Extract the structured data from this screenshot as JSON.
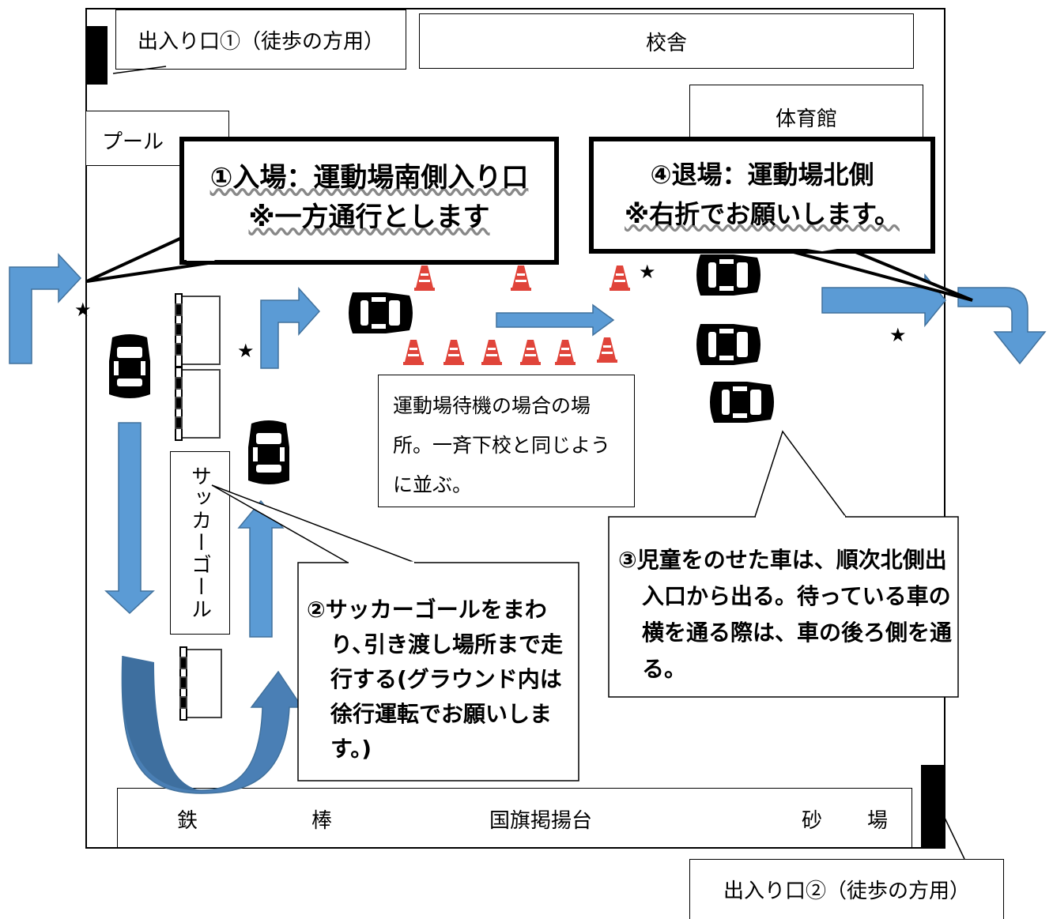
{
  "map": {
    "entrance1_label": "出入り口①（徒歩の方用）",
    "entrance2_label": "出入り口②（徒歩の方用）",
    "school_building": "校舎",
    "gym": "体育館",
    "pool": "プール",
    "soccer_goal": "サッカーゴール",
    "waiting_area_note": "運動場待機の場合の場所。一斉下校と同じように並ぶ。",
    "bottom_bar": {
      "iron_bar_1": "鉄",
      "iron_bar_2": "棒",
      "flag_stand": "国旗掲揚台",
      "sandpit_1": "砂",
      "sandpit_2": "場"
    }
  },
  "callouts": {
    "step1_line1": "①入場：運動場南側入り口",
    "step1_line2": "※一方通行とします",
    "step2": "②サッカーゴールをまわり､引き渡し場所まで走行する(グラウンド内は徐行運転でお願いします。)",
    "step3": "③児童をのせた車は、順次北側出入口から出る。待っている車の横を通る際は、車の後ろ側を通る。",
    "step4_line1": "④退場：運動場北側",
    "step4_line2": "※右折でお願いします。"
  },
  "markers": {
    "star": "★"
  },
  "colors": {
    "arrow": "#5b9bd5",
    "arrow_dark": "#41719c",
    "cone": "#e0443a"
  }
}
